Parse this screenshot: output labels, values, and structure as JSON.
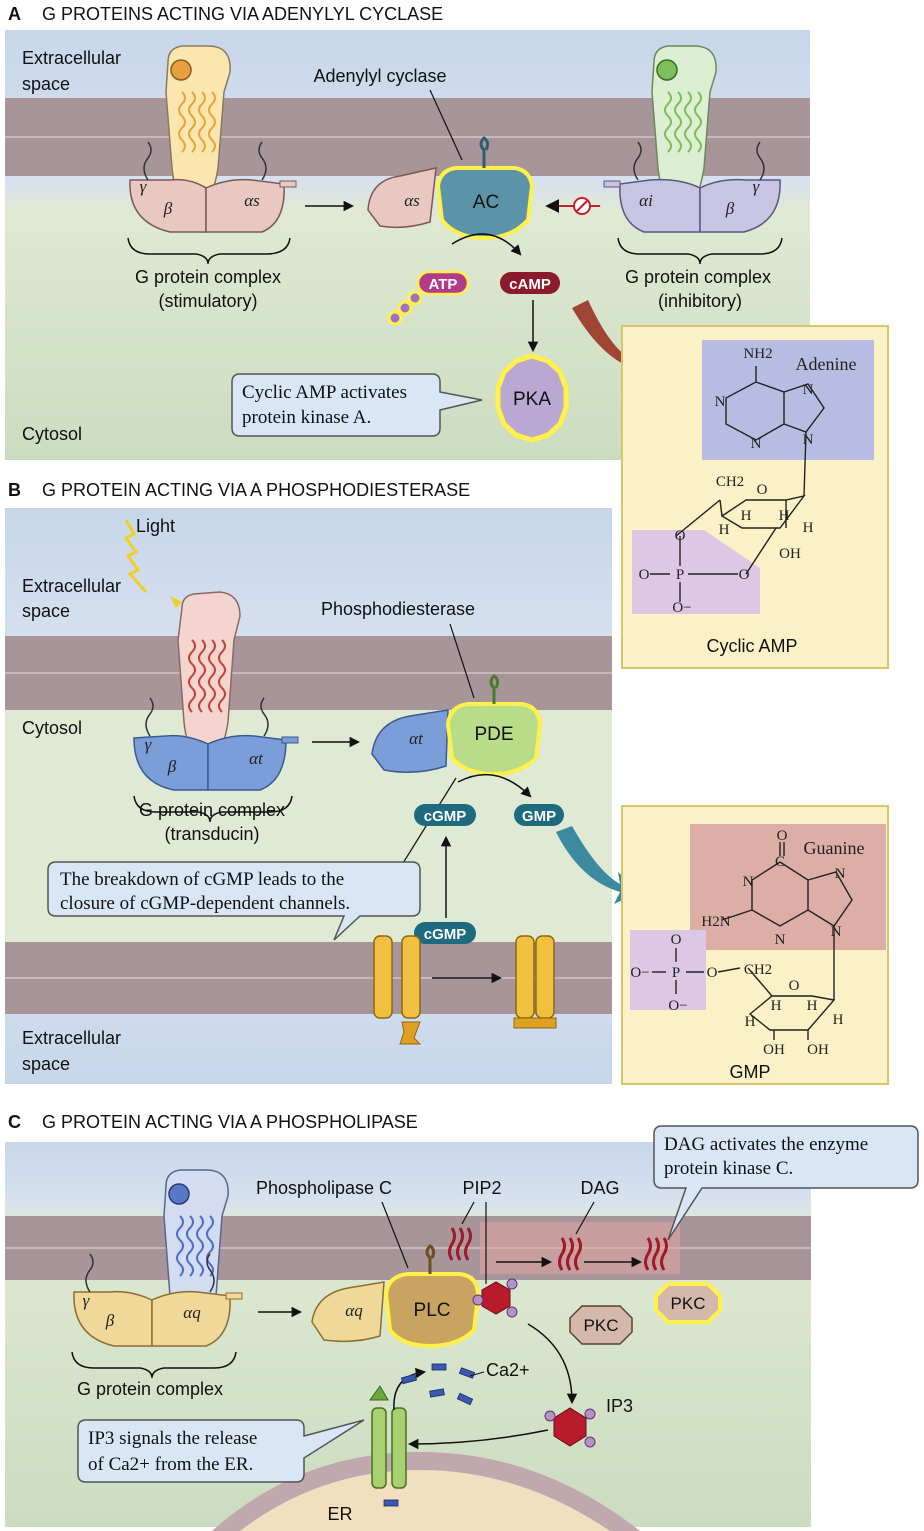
{
  "panel_a": {
    "letter": "A",
    "title": "G PROTEINS ACTING VIA ADENYLYL CYCLASE",
    "extracellular": [
      "Extracellular",
      "space"
    ],
    "cytosol": "Cytosol",
    "adenylyl_cyclase": "Adenylyl cyclase",
    "ac": "AC",
    "alpha_s": "αs",
    "alpha_i": "αi",
    "gamma": "γ",
    "beta": "β",
    "g_stim": [
      "G protein complex",
      "(stimulatory)"
    ],
    "g_inhib": [
      "G protein complex",
      "(inhibitory)"
    ],
    "atp": "ATP",
    "camp": "cAMP",
    "pka": "PKA",
    "callout": [
      "Cyclic AMP activates",
      "protein kinase A."
    ],
    "camp_box": {
      "adenine": "Adenine",
      "nh2": "NH2",
      "n": "N",
      "ch2": "CH2",
      "h": "H",
      "oh": "OH",
      "o": "O",
      "p": "P",
      "ominus": "O−",
      "caption": "Cyclic AMP"
    }
  },
  "panel_b": {
    "letter": "B",
    "title": "G PROTEIN ACTING VIA A PHOSPHODIESTERASE",
    "light": "Light",
    "extracellular_top": [
      "Extracellular",
      "space"
    ],
    "cytosol": "Cytosol",
    "extracellular_bottom": [
      "Extracellular",
      "space"
    ],
    "phosphodiesterase": "Phosphodiesterase",
    "pde": "PDE",
    "alpha_t": "αt",
    "gamma": "γ",
    "beta": "β",
    "g_trans": [
      "G protein complex",
      "(transducin)"
    ],
    "cgmp": "cGMP",
    "gmp": "GMP",
    "callout": [
      "The breakdown of cGMP leads to the",
      "closure of cGMP-dependent channels."
    ],
    "gmp_box": {
      "guanine": "Guanine",
      "o": "O",
      "c": "C",
      "n": "N",
      "h2n": "H2N",
      "ominus": "O−",
      "p": "P",
      "ch2": "CH2",
      "h": "H",
      "oh": "OH",
      "caption": "GMP"
    }
  },
  "panel_c": {
    "letter": "C",
    "title": "G PROTEIN ACTING VIA A PHOSPHOLIPASE",
    "phospholipase": "Phospholipase C",
    "pip2": "PIP2",
    "dag": "DAG",
    "plc": "PLC",
    "pkc": "PKC",
    "alpha_q": "αq",
    "gamma": "γ",
    "beta": "β",
    "g_complex": "G protein complex",
    "ca": "Ca2+",
    "ip3": "IP3",
    "er": "ER",
    "dag_callout": [
      "DAG activates the enzyme",
      "protein kinase C."
    ],
    "ip3_callout": [
      "IP3 signals the release",
      "of Ca2+ from the ER."
    ]
  },
  "colors": {
    "membrane": "#a8959a",
    "sky": "#cdd9ec",
    "cytosol": "#dde8d2",
    "callout_fill": "#d8e6f5",
    "struct_box": "#faf1c6",
    "camp_pill": "#8b1a2b",
    "atp_pill": "#b43a8a",
    "cgmp_pill": "#1e6b80",
    "highlight": "#fff04a"
  }
}
